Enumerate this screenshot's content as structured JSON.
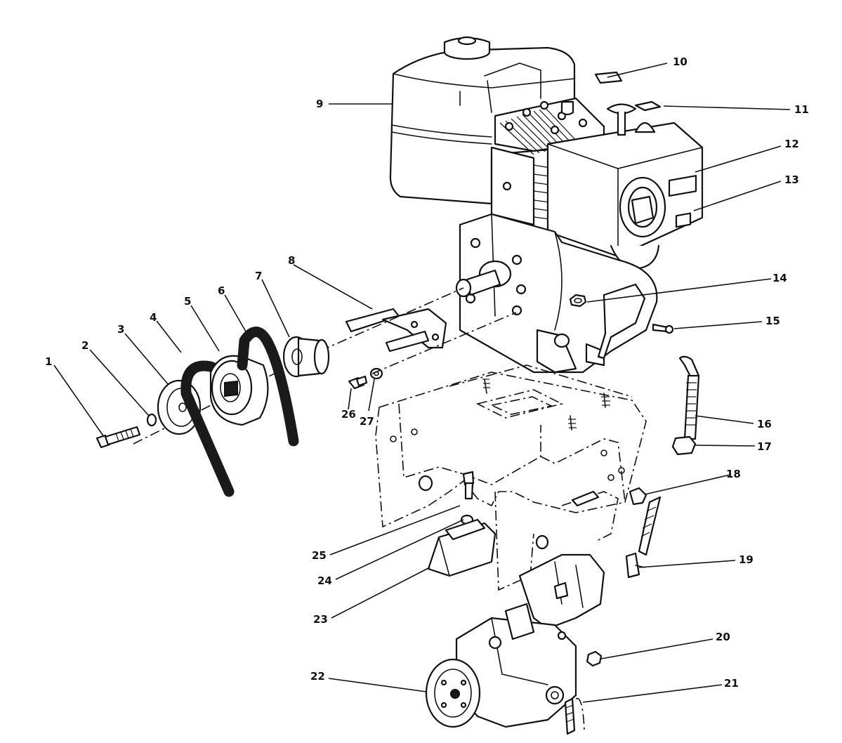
{
  "callouts": [
    {
      "number": "1",
      "part": 1
    },
    {
      "number": "2",
      "part": 2
    },
    {
      "number": "3",
      "part": 3
    },
    {
      "number": "4",
      "part": 4
    },
    {
      "number": "5",
      "part": 5
    },
    {
      "number": "6",
      "part": 6
    },
    {
      "number": "7",
      "part": 7
    },
    {
      "number": "8",
      "part": 8
    },
    {
      "number": "9",
      "part": 9
    },
    {
      "number": "10",
      "part": 10
    },
    {
      "number": "11",
      "part": 11
    },
    {
      "number": "12",
      "part": 12
    },
    {
      "number": "13",
      "part": 13
    },
    {
      "number": "14",
      "part": 14
    },
    {
      "number": "15",
      "part": 15
    },
    {
      "number": "16",
      "part": 16
    },
    {
      "number": "17",
      "part": 17
    },
    {
      "number": "18",
      "part": 18
    },
    {
      "number": "19",
      "part": 19
    },
    {
      "number": "20",
      "part": 20
    },
    {
      "number": "21",
      "part": 21
    },
    {
      "number": "22",
      "part": 22
    },
    {
      "number": "23",
      "part": 23
    },
    {
      "number": "24",
      "part": 24
    },
    {
      "number": "25",
      "part": 25
    },
    {
      "number": "26",
      "part": 26
    },
    {
      "number": "27",
      "part": 27
    }
  ],
  "colors": {
    "line": "#111111",
    "background": "#ffffff"
  }
}
